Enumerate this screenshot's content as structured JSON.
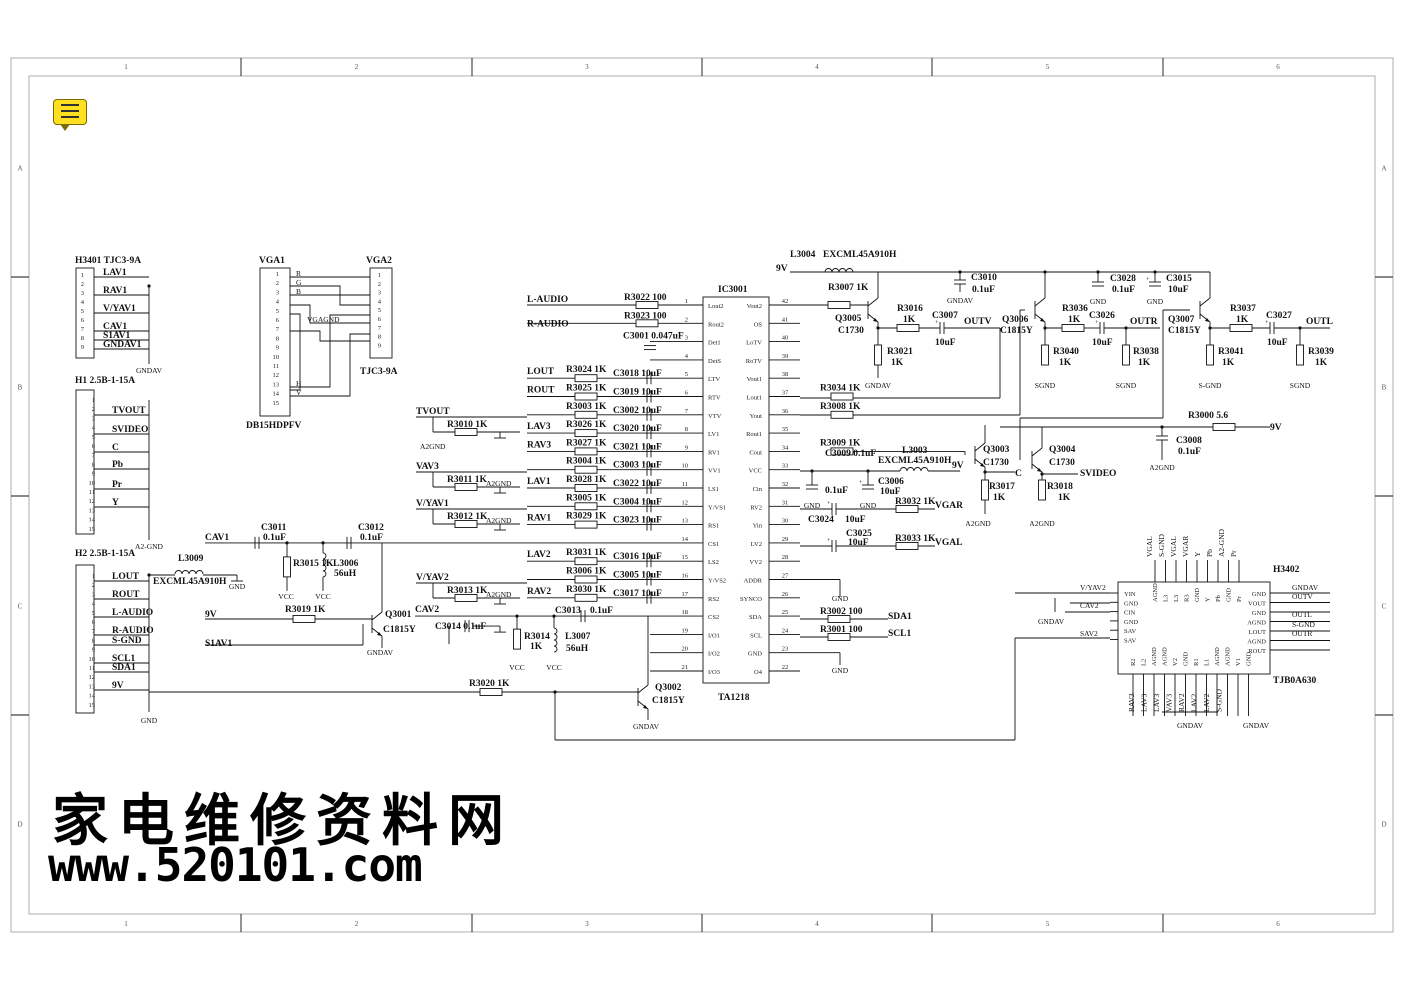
{
  "frame": {
    "col_markers": [
      "1",
      "2",
      "3",
      "4",
      "5",
      "6"
    ],
    "row_markers": [
      "A",
      "B",
      "C",
      "D"
    ]
  },
  "watermark": {
    "chinese": "家电维修资料网",
    "url": "www.520101.com"
  },
  "note_icon": "comment-note-icon",
  "ic": {
    "name": "IC3001",
    "part": "TA1218",
    "left_pins": [
      {
        "n": "1",
        "name": "Lout2"
      },
      {
        "n": "2",
        "name": "Rout2"
      },
      {
        "n": "3",
        "name": "Det1"
      },
      {
        "n": "4",
        "name": "DetS"
      },
      {
        "n": "5",
        "name": "LTV"
      },
      {
        "n": "6",
        "name": "RTV"
      },
      {
        "n": "7",
        "name": "VTV"
      },
      {
        "n": "8",
        "name": "LV1"
      },
      {
        "n": "9",
        "name": "RV1"
      },
      {
        "n": "10",
        "name": "VV1"
      },
      {
        "n": "11",
        "name": "LS1"
      },
      {
        "n": "12",
        "name": "Y/VS1"
      },
      {
        "n": "13",
        "name": "RS1"
      },
      {
        "n": "14",
        "name": "CS1"
      },
      {
        "n": "15",
        "name": "LS2"
      },
      {
        "n": "16",
        "name": "Y/VS2"
      },
      {
        "n": "17",
        "name": "RS2"
      },
      {
        "n": "18",
        "name": "CS2"
      },
      {
        "n": "19",
        "name": "I/O1"
      },
      {
        "n": "20",
        "name": "I/O2"
      },
      {
        "n": "21",
        "name": "I/O3"
      }
    ],
    "right_pins": [
      {
        "n": "42",
        "name": "Vout2"
      },
      {
        "n": "41",
        "name": "OS"
      },
      {
        "n": "40",
        "name": "LoTV"
      },
      {
        "n": "39",
        "name": "RoTV"
      },
      {
        "n": "38",
        "name": "Vout1"
      },
      {
        "n": "37",
        "name": "Lout1"
      },
      {
        "n": "36",
        "name": "Yout"
      },
      {
        "n": "35",
        "name": "Rout1"
      },
      {
        "n": "34",
        "name": "Cout"
      },
      {
        "n": "33",
        "name": "VCC"
      },
      {
        "n": "32",
        "name": "Cin"
      },
      {
        "n": "31",
        "name": "RV2"
      },
      {
        "n": "30",
        "name": "Yin"
      },
      {
        "n": "29",
        "name": "LV2"
      },
      {
        "n": "28",
        "name": "VV2"
      },
      {
        "n": "27",
        "name": "ADDR"
      },
      {
        "n": "26",
        "name": "SYNCO"
      },
      {
        "n": "25",
        "name": "SDA"
      },
      {
        "n": "24",
        "name": "SCL"
      },
      {
        "n": "23",
        "name": "GND"
      },
      {
        "n": "22",
        "name": "O4"
      }
    ]
  },
  "connectors": {
    "h3401": {
      "title": "H3401  TJC3-9A",
      "pins": [
        "1",
        "2",
        "3",
        "4",
        "5",
        "6",
        "7",
        "8",
        "9"
      ],
      "nets": [
        "LAV1",
        "RAV1",
        "V/YAV1",
        "CAV1",
        "S1AV1",
        "GNDAV1"
      ],
      "gnd": "GNDAV"
    },
    "h1": {
      "title": "H1  2.5B-1-15A",
      "pins": [
        "1",
        "2",
        "3",
        "4",
        "5",
        "6",
        "7",
        "8",
        "9",
        "10",
        "11",
        "12",
        "13",
        "14",
        "15"
      ],
      "nets": [
        "TVOUT",
        "SVIDEO",
        "C",
        "Pb",
        "Pr",
        "Y"
      ],
      "gnd": "A2-GND"
    },
    "h2": {
      "title": "H2  2.5B-1-15A",
      "pins": [
        "1",
        "2",
        "3",
        "4",
        "5",
        "6",
        "7",
        "8",
        "9",
        "10",
        "11",
        "12",
        "13",
        "14",
        "15"
      ],
      "nets": [
        "LOUT",
        "ROUT",
        "L-AUDIO",
        "R-AUDIO",
        "S-GND",
        "SCL1",
        "SDA1",
        "9V"
      ],
      "gnd": "GND"
    },
    "vga1": {
      "title": "VGA1",
      "pins": [
        "1",
        "2",
        "3",
        "4",
        "5",
        "6",
        "7",
        "8",
        "9",
        "10",
        "11",
        "12",
        "13",
        "14",
        "15"
      ],
      "nets": [
        "R",
        "G",
        "B",
        "VGAGND",
        "H",
        "V"
      ],
      "footer": "DB15HDPFV"
    },
    "vga2": {
      "title": "VGA2",
      "pins": [
        "1",
        "2",
        "3",
        "4",
        "5",
        "6",
        "7",
        "8",
        "9"
      ],
      "footer": "TJC3-9A"
    },
    "h3402": {
      "title": "H3402",
      "part": "TJB0A630",
      "top_nets": [
        "VGAL",
        "S-GND",
        "VGAL",
        "VGAR",
        "Y",
        "Pb",
        "A2-GND",
        "Pr"
      ],
      "top_pins": [
        "AGND",
        "L3",
        "L3",
        "R3",
        "GND",
        "Y",
        "Pb",
        "GND",
        "Pr"
      ],
      "left_pins": [
        "YIN",
        "GND",
        "CIN",
        "GND",
        "SAV",
        "SAV"
      ],
      "left_nets": [
        "V/YAV2",
        "CAV2",
        "SAV2",
        "GNDAV"
      ],
      "right_pins": [
        "GND",
        "VOUT",
        "GND",
        "AGND",
        "LOUT",
        "AGND",
        "ROUT"
      ],
      "right_nets": [
        "GNDAV",
        "OUTV",
        "OUTL",
        "S-GND",
        "OUTR"
      ],
      "bottom_pins": [
        "R2",
        "L2",
        "AGND",
        "AGND",
        "V2",
        "GND",
        "R1",
        "L1",
        "AGND",
        "AGND",
        "V1",
        "GND"
      ],
      "bottom_nets": [
        "RAV3",
        "LAV3",
        "LAV3",
        "VAV3",
        "RAV2",
        "LAV2",
        "LAV2",
        "S-GND"
      ],
      "bottom_gnd": [
        "GNDAV",
        "GNDAV"
      ]
    }
  },
  "nets": {
    "top_left": [
      "L-AUDIO",
      "R-AUDIO",
      "LOUT",
      "ROUT",
      "TVOUT",
      "LAV3",
      "RAV3",
      "VAV3",
      "LAV1",
      "V/YAV1",
      "RAV1",
      "LAV2",
      "V/YAV2",
      "RAV2",
      "CAV1",
      "CAV2",
      "S1AV1",
      "9V",
      "9V",
      "A2GND",
      "A2GND",
      "A2GND",
      "A2GND"
    ],
    "outputs": [
      "OUTV",
      "OUTR",
      "OUTL",
      "VGAR",
      "VGAL",
      "SDA1",
      "SCL1",
      "C",
      "SVIDEO",
      "9V",
      "9V"
    ]
  },
  "components": {
    "R3022": {
      "ref": "R3022",
      "val": "100"
    },
    "R3023": {
      "ref": "R3023",
      "val": "100"
    },
    "C3001": {
      "ref": "C3001",
      "val": "0.047uF"
    },
    "R3024": {
      "ref": "R3024",
      "val": "1K"
    },
    "R3025": {
      "ref": "R3025",
      "val": "1K"
    },
    "R3003": {
      "ref": "R3003",
      "val": "1K"
    },
    "R3026": {
      "ref": "R3026",
      "val": "1K"
    },
    "R3027": {
      "ref": "R3027",
      "val": "1K"
    },
    "R3004": {
      "ref": "R3004",
      "val": "1K"
    },
    "R3028": {
      "ref": "R3028",
      "val": "1K"
    },
    "R3005": {
      "ref": "R3005",
      "val": "1K"
    },
    "R3029": {
      "ref": "R3029",
      "val": "1K"
    },
    "R3031": {
      "ref": "R3031",
      "val": "1K"
    },
    "R3006": {
      "ref": "R3006",
      "val": "1K"
    },
    "R3030": {
      "ref": "R3030",
      "val": "1K"
    },
    "C3018": {
      "ref": "C3018",
      "val": "10uF"
    },
    "C3019": {
      "ref": "C3019",
      "val": "10uF"
    },
    "C3002": {
      "ref": "C3002",
      "val": "10uF"
    },
    "C3020": {
      "ref": "C3020",
      "val": "10uF"
    },
    "C3021": {
      "ref": "C3021",
      "val": "10uF"
    },
    "C3003": {
      "ref": "C3003",
      "val": "10uF"
    },
    "C3022": {
      "ref": "C3022",
      "val": "10uF"
    },
    "C3004": {
      "ref": "C3004",
      "val": "10uF"
    },
    "C3023": {
      "ref": "C3023",
      "val": "10uF"
    },
    "C3016": {
      "ref": "C3016",
      "val": "10uF"
    },
    "C3005": {
      "ref": "C3005",
      "val": "10uF"
    },
    "C3017": {
      "ref": "C3017",
      "val": "10uF"
    },
    "R3010": {
      "ref": "R3010",
      "val": "1K"
    },
    "R3011": {
      "ref": "R3011",
      "val": "1K"
    },
    "R3012": {
      "ref": "R3012",
      "val": "1K"
    },
    "R3013": {
      "ref": "R3013",
      "val": "1K"
    },
    "C3011": {
      "ref": "C3011",
      "val": "0.1uF"
    },
    "C3012": {
      "ref": "C3012",
      "val": "0.1uF"
    },
    "L3009": {
      "ref": "L3009",
      "val": "EXCML45A910H"
    },
    "R3015": {
      "ref": "R3015",
      "val": "1K"
    },
    "L3006": {
      "ref": "L3006",
      "val": "56uH"
    },
    "R3019": {
      "ref": "R3019",
      "val": "1K"
    },
    "Q3001": {
      "ref": "Q3001",
      "val": "C1815Y"
    },
    "C3014": {
      "ref": "C3014",
      "val": "0.1uF"
    },
    "C3013": {
      "ref": "C3013",
      "val": "0.1uF"
    },
    "R3014": {
      "ref": "R3014",
      "val": "1K"
    },
    "L3007": {
      "ref": "L3007",
      "val": "56uH"
    },
    "R3020": {
      "ref": "R3020",
      "val": "1K"
    },
    "Q3002": {
      "ref": "Q3002",
      "val": "C1815Y"
    },
    "L3004": {
      "ref": "L3004",
      "val": "EXCML45A910H"
    },
    "R3007": {
      "ref": "R3007",
      "val": "1K"
    },
    "Q3005": {
      "ref": "Q3005",
      "val": "C1730"
    },
    "R3016": {
      "ref": "R3016",
      "val": "1K"
    },
    "C3007": {
      "ref": "C3007",
      "val": "10uF"
    },
    "R3021": {
      "ref": "R3021",
      "val": "1K"
    },
    "C3010": {
      "ref": "C3010",
      "val": "0.1uF"
    },
    "Q3006": {
      "ref": "Q3006",
      "val": "C1815Y"
    },
    "R3036": {
      "ref": "R3036",
      "val": "1K"
    },
    "C3026": {
      "ref": "C3026",
      "val": "10uF"
    },
    "R3040": {
      "ref": "R3040",
      "val": "1K"
    },
    "R3038": {
      "ref": "R3038",
      "val": "1K"
    },
    "C3028": {
      "ref": "C3028",
      "val": "0.1uF"
    },
    "C3015": {
      "ref": "C3015",
      "val": "10uF"
    },
    "Q3007": {
      "ref": "Q3007",
      "val": "C1815Y"
    },
    "R3037": {
      "ref": "R3037",
      "val": "1K"
    },
    "C3027": {
      "ref": "C3027",
      "val": "10uF"
    },
    "R3041": {
      "ref": "R3041",
      "val": "1K"
    },
    "R3039": {
      "ref": "R3039",
      "val": "1K"
    },
    "R3034": {
      "ref": "R3034",
      "val": "1K"
    },
    "R3008": {
      "ref": "R3008",
      "val": "1K"
    },
    "R3009": {
      "ref": "R3009",
      "val": "1K"
    },
    "L3003": {
      "ref": "L3003",
      "val": "EXCML45A910H"
    },
    "C3009": {
      "ref": "C3009",
      "val": "0.1uF"
    },
    "C3006": {
      "ref": "C3006",
      "val": "10uF"
    },
    "R3032": {
      "ref": "R3032",
      "val": "1K"
    },
    "C3024": {
      "ref": "C3024",
      "val": "10uF"
    },
    "C3025": {
      "ref": "C3025",
      "val": "10uF"
    },
    "R3033": {
      "ref": "R3033",
      "val": "1K"
    },
    "R3002": {
      "ref": "R3002",
      "val": "100"
    },
    "R3001": {
      "ref": "R3001",
      "val": "100"
    },
    "R3000": {
      "ref": "R3000",
      "val": "5.6"
    },
    "C3008": {
      "ref": "C3008",
      "val": "0.1uF"
    },
    "Q3003": {
      "ref": "Q3003",
      "val": "C1730"
    },
    "Q3004": {
      "ref": "Q3004",
      "val": "C1730"
    },
    "R3017": {
      "ref": "R3017",
      "val": "1K"
    },
    "R3018": {
      "ref": "R3018",
      "val": "1K"
    }
  },
  "grounds": [
    "GNDAV",
    "SGND",
    "S-GND",
    "A2GND",
    "A2-GND",
    "GND",
    "VCC"
  ]
}
